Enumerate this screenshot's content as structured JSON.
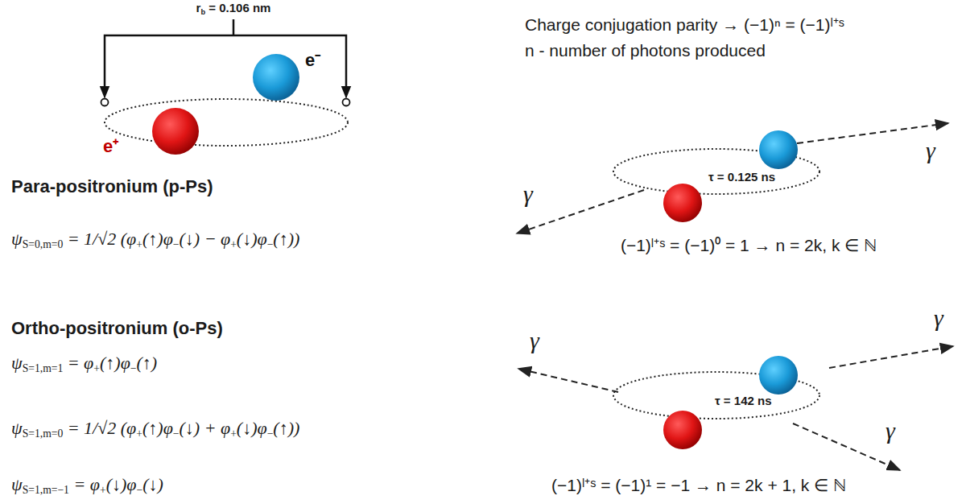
{
  "diagram": {
    "nodes": [
      {
        "text": [
          "e⁻"
        ]
      },
      {
        "text": [
          "e⁺"
        ]
      },
      {
        "text": [
          "τ = 0.125 ns"
        ]
      },
      {
        "text": [
          "τ = 142 ns"
        ]
      }
    ],
    "labels": [
      "rb = 0.106 nm",
      "Charge conjugation parity → (−1)ⁿ = (−1)ˡ⁺ˢ",
      "n - number of photons produced",
      "Para-positronium (p-Ps)",
      "γ",
      "γ",
      "ψS=0,m=0 = 1/√2 (φ+(↑)φ−(↓) − φ+(↓)φ−(↑))",
      "(−1)ˡ⁺ˢ = (−1)⁰ = 1 → n = 2k, k ∈ ℕ",
      "Ortho-positronium (o-Ps)",
      "γ",
      "γ",
      "ψS=1,m=1 = φ+(↑)φ−(↑)",
      "γ",
      "ψS=1,m=0 = 1/√2 (φ+(↑)φ−(↓) + φ+(↓)φ−(↑))",
      "ψS=1,m=−1 = φ+(↓)φ−(↓)",
      "(−1)ˡ⁺ˢ = (−1)¹ = −1 → n = 2k + 1, k ∈ ℕ"
    ]
  }
}
